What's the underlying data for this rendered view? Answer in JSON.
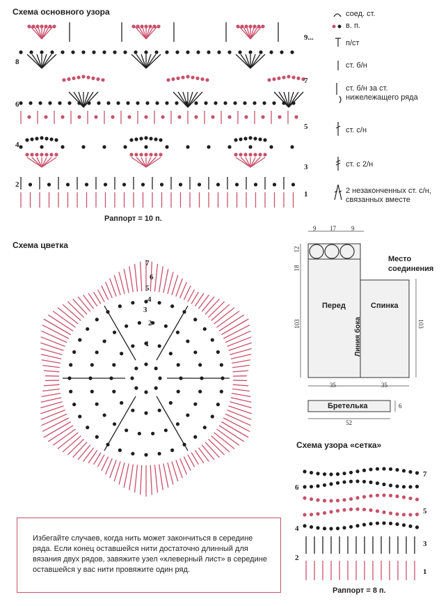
{
  "titles": {
    "main_pattern": "Схема основного узора",
    "flower": "Схема цветка",
    "mesh": "Схема узора «сетка»"
  },
  "legend": [
    {
      "icon": "slip-stitch-icon",
      "label": "соед. ст."
    },
    {
      "icon": "chain-stitch-icon",
      "label": "в. п."
    },
    {
      "icon": "picot-icon",
      "label": "п/ст"
    },
    {
      "icon": "single-crochet-icon",
      "label": "ст. б/н"
    },
    {
      "icon": "single-crochet-below-icon",
      "label": "ст. б/н за ст. нижележащего ряда"
    },
    {
      "icon": "double-crochet-icon",
      "label": "ст. с/н"
    },
    {
      "icon": "treble-crochet-icon",
      "label": "ст. с 2/н"
    },
    {
      "icon": "two-together-icon",
      "label": "2 незаконченных ст. с/н, связанных вместе"
    }
  ],
  "main_pattern": {
    "rows_left": [
      "8",
      "6",
      "4",
      "2"
    ],
    "rows_right": [
      "9...",
      "7",
      "5",
      "3",
      "1"
    ],
    "repeat": "Раппорт = 10 п."
  },
  "flower": {
    "rows": [
      "7",
      "6",
      "5",
      "4",
      "3",
      "2",
      "1"
    ]
  },
  "schematic": {
    "top_widths": [
      "9",
      "17",
      "9"
    ],
    "heights_left": [
      "12",
      "18",
      "103"
    ],
    "height_right": "103",
    "front": "Перед",
    "back": "Спинка",
    "side_line": "Линия бока",
    "join_place": "Место соединения",
    "bottom_widths": [
      "35",
      "35"
    ],
    "strap": "Бретелька",
    "strap_length": "52",
    "strap_height": "6"
  },
  "mesh": {
    "rows_left": [
      "6",
      "4",
      "2"
    ],
    "rows_right": [
      "7",
      "5",
      "3",
      "1"
    ],
    "repeat": "Раппорт = 8 п."
  },
  "note": {
    "text": "Избегайте случаев, когда нить может закончиться в середине ряда. Если конец оставшейся нити достаточно длинный для вязания двух рядов, завяжите узел «клеверный лист» в середине оставшейся у вас нити провяжите один ряд."
  },
  "colors": {
    "accent": "#c8506a",
    "ink": "#1e1e1e"
  }
}
